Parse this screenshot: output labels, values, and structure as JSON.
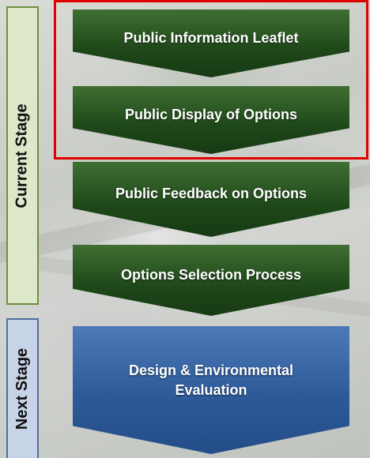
{
  "stages": {
    "current_label": "Current Stage",
    "next_label": "Next Stage"
  },
  "steps": [
    {
      "label": "Public Information Leaflet"
    },
    {
      "label": "Public Display of Options"
    },
    {
      "label": "Public Feedback on Options"
    },
    {
      "label": "Options Selection Process"
    },
    {
      "label": "Design & Environmental Evaluation"
    }
  ],
  "colors": {
    "current_stage_fill": "#dce8c9",
    "current_stage_border": "#6f8f3f",
    "next_stage_fill": "#c7d3e6",
    "next_stage_border": "#4f6f9f",
    "step_green": "#1e4719",
    "step_blue": "#2d5a99",
    "highlight_border": "#e00000"
  }
}
